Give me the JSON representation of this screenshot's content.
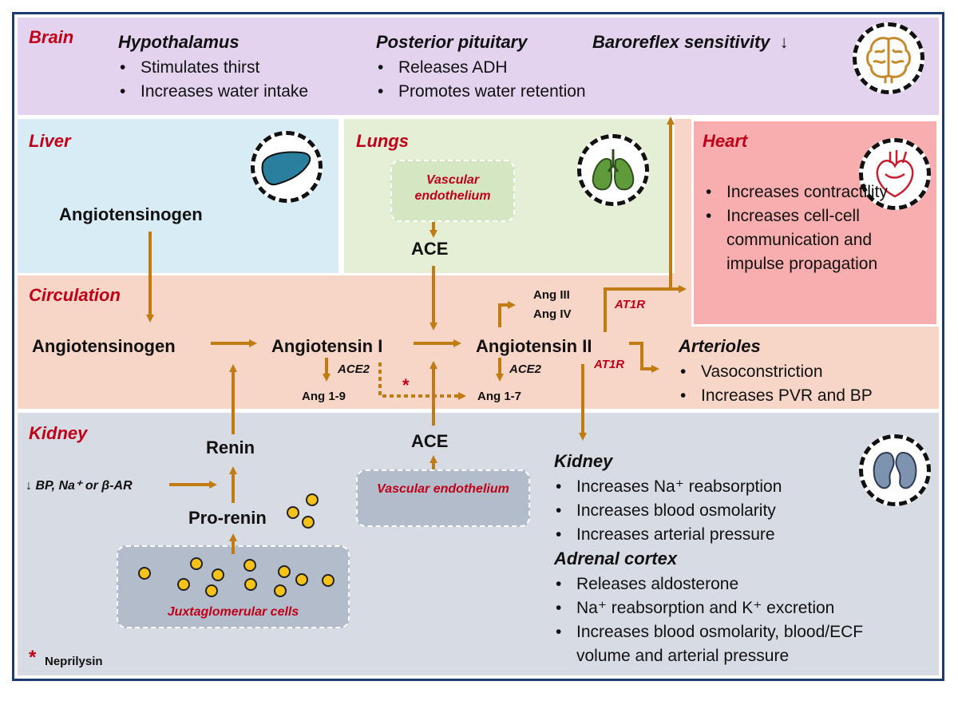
{
  "regions": {
    "brain": "Brain",
    "liver": "Liver",
    "lungs": "Lungs",
    "heart": "Heart",
    "circulation": "Circulation",
    "kidney": "Kidney"
  },
  "brain": {
    "hypothalamus": {
      "title": "Hypothalamus",
      "items": [
        "Stimulates thirst",
        "Increases water intake"
      ]
    },
    "posterior_pituitary": {
      "title": "Posterior pituitary",
      "items": [
        "Releases ADH",
        "Promotes water retention"
      ]
    },
    "baroreflex": "Baroreflex sensitivity",
    "baroreflex_arrow": "↓",
    "icon": "brain-icon"
  },
  "liver": {
    "node": "Angiotensinogen",
    "icon": "liver-icon"
  },
  "lungs": {
    "endothelium": "Vascular endothelium",
    "ace": "ACE",
    "icon": "lungs-icon"
  },
  "heart": {
    "items": [
      "Increases contractility",
      "Increases cell-cell communication and impulse propagation"
    ],
    "icon": "heart-icon"
  },
  "circulation": {
    "angiotensinogen": "Angiotensinogen",
    "angiotensin_i": "Angiotensin I",
    "angiotensin_ii": "Angiotensin II",
    "ang_iii": "Ang III",
    "ang_iv": "Ang IV",
    "ace2_a": "ACE2",
    "ace2_b": "ACE2",
    "ang_1_9": "Ang 1-9",
    "ang_1_7": "Ang 1-7",
    "at1r_a": "AT1R",
    "at1r_b": "AT1R",
    "asterisk": "*",
    "arterioles": {
      "title": "Arterioles",
      "items": [
        "Vasoconstriction",
        "Increases PVR and BP"
      ]
    }
  },
  "kidney": {
    "renin": "Renin",
    "pro_renin": "Pro-renin",
    "stimulus": "↓ BP, Na⁺ or β-AR",
    "ace": "ACE",
    "endothelium": "Vascular endothelium",
    "jg_cells": "Juxtaglomerular cells",
    "icon": "kidneys-icon",
    "kidney_effects": {
      "title": "Kidney",
      "items": [
        "Increases Na⁺ reabsorption",
        "Increases blood osmolarity",
        "Increases arterial pressure"
      ]
    },
    "adrenal_effects": {
      "title": "Adrenal cortex",
      "items": [
        "Releases aldosterone",
        "Na⁺ reabsorption and K⁺ excretion",
        "Increases blood osmolarity, blood/ECF volume and arterial pressure"
      ]
    }
  },
  "footnote": {
    "symbol": "*",
    "text": "Neprilysin"
  },
  "colors": {
    "brain_bg": "#e4d3ef",
    "liver_bg": "#d7ecf4",
    "lungs_bg": "#e4efd6",
    "heart_bg": "#f8aeae",
    "circulation_bg": "#f7d6c8",
    "kidney_bg": "#d7dbe4",
    "arrow": "#c07c12",
    "region_title": "#c00018",
    "frame": "#1f3a6e"
  }
}
